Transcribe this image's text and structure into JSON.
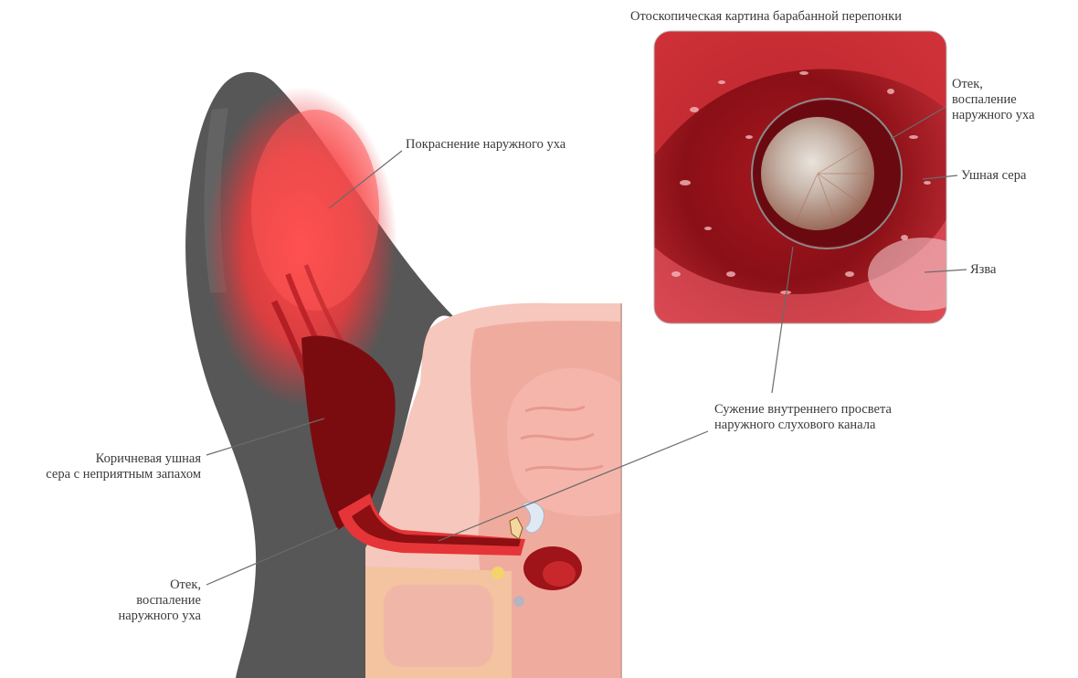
{
  "otoscope": {
    "title": "Отоскопическая картина барабанной перепонки",
    "labels": {
      "edema": [
        "Отек,",
        "воспаление",
        "наружного уха"
      ],
      "wax": "Ушная сера",
      "ulcer": "Язва"
    }
  },
  "ear": {
    "labels": {
      "redness": "Покраснение наружного уха",
      "narrowing": [
        "Сужение внутреннего просвета",
        "наружного слухового канала"
      ],
      "brown_wax": [
        "Коричневая ушная",
        "сера с неприятным запахом"
      ],
      "edema": [
        "Отек,",
        "воспаление",
        "наружного уха"
      ]
    }
  },
  "colors": {
    "fur": "#555555",
    "inflamed": "#e8323a",
    "canal": "#8c0f12",
    "tissue": "#f0a89a",
    "label_text": "#3a3a3a",
    "leader_line": "#6b6b6b"
  }
}
